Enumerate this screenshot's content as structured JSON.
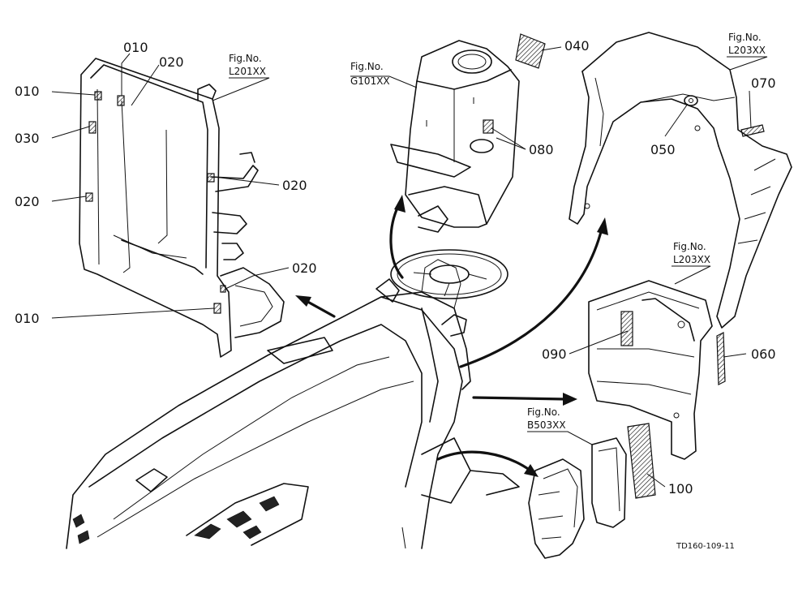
{
  "callouts": [
    {
      "id": "c010a",
      "text": "010"
    },
    {
      "id": "c010b",
      "text": "010"
    },
    {
      "id": "c020a",
      "text": "020"
    },
    {
      "id": "c030",
      "text": "030"
    },
    {
      "id": "c020b",
      "text": "020"
    },
    {
      "id": "c020c",
      "text": "020"
    },
    {
      "id": "c020d",
      "text": "020"
    },
    {
      "id": "c010c",
      "text": "010"
    },
    {
      "id": "c040",
      "text": "040"
    },
    {
      "id": "c080",
      "text": "080"
    },
    {
      "id": "c050",
      "text": "050"
    },
    {
      "id": "c070",
      "text": "070"
    },
    {
      "id": "c090",
      "text": "090"
    },
    {
      "id": "c060",
      "text": "060"
    },
    {
      "id": "c100",
      "text": "100"
    }
  ],
  "figrefs": {
    "l201": {
      "label": "Fig.No.",
      "code": "L201XX"
    },
    "g101": {
      "label": "Fig.No.",
      "code": "G101XX"
    },
    "l203a": {
      "label": "Fig.No.",
      "code": "L203XX"
    },
    "l203b": {
      "label": "Fig.No.",
      "code": "L203XX"
    },
    "b503": {
      "label": "Fig.No.",
      "code": "B503XX"
    }
  },
  "doc_id": "TD160-109-11"
}
